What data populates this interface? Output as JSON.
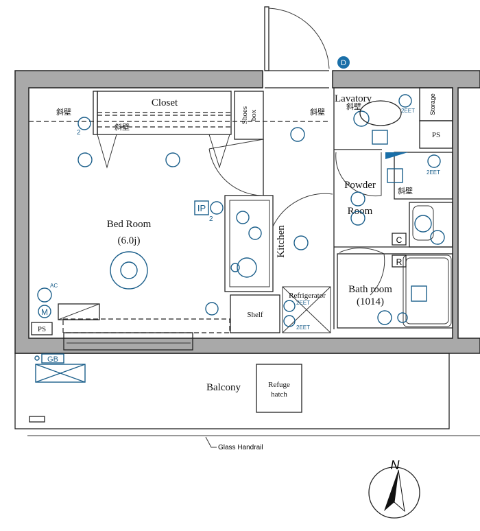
{
  "plan": {
    "rooms": {
      "bedroom": "Bed Room",
      "bedroom_size": "(6.0j)",
      "closet": "Closet",
      "shoes_box_1": "Shoes",
      "shoes_box_2": "box",
      "kitchen": "Kitchen",
      "shelf": "Shelf",
      "refrigerator": "Refrigerator",
      "lavatory": "Lavatory",
      "storage": "Storage",
      "powder_1": "Powder",
      "powder_2": "Room",
      "bath_1": "Bath room",
      "bath_2": "(1014)",
      "balcony": "Balcony",
      "refuge_1": "Refuge",
      "refuge_2": "hatch",
      "glass_handrail": "Glass Handrail"
    },
    "labels": {
      "slanted_wall": "斜壁",
      "ps": "PS",
      "ip": "IP",
      "ac": "AC",
      "m": "M",
      "gb": "GB",
      "c": "C",
      "r": "R",
      "d": "D",
      "eet": "2EET",
      "two": "2"
    },
    "compass": {
      "north": "N"
    },
    "colors": {
      "wall": "#a9a9a9",
      "equipment": "#1a5e8a"
    }
  }
}
